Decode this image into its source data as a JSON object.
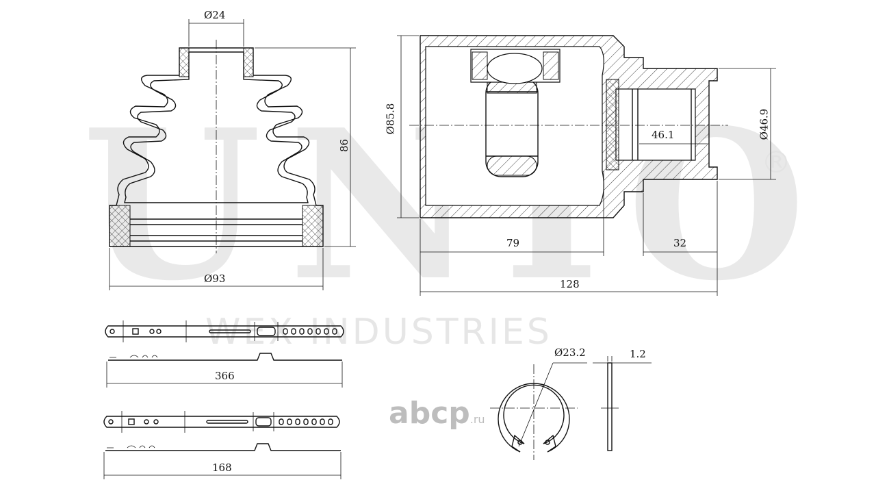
{
  "watermark": {
    "logo": "UNIO",
    "registered": "®",
    "company": "WEX INDUSTRIES"
  },
  "brand": {
    "name": "abcp",
    "suffix": ".ru"
  },
  "dimensions": {
    "boot_small_diameter": "Ø24",
    "boot_height": "86",
    "boot_large_diameter": "Ø93",
    "joint_outer_diameter": "Ø85.8",
    "joint_inner_depth": "46.1",
    "joint_shaft_diameter": "Ø46.9",
    "joint_body_length": "79",
    "joint_shaft_length": "32",
    "joint_total_length": "128",
    "clamp_large_length": "366",
    "clamp_small_length": "168",
    "circlip_diameter": "Ø23.2",
    "circlip_thickness": "1.2"
  },
  "colors": {
    "line": "#111111",
    "watermark": "#e9e9e9",
    "brand": "#bdbdbd"
  }
}
